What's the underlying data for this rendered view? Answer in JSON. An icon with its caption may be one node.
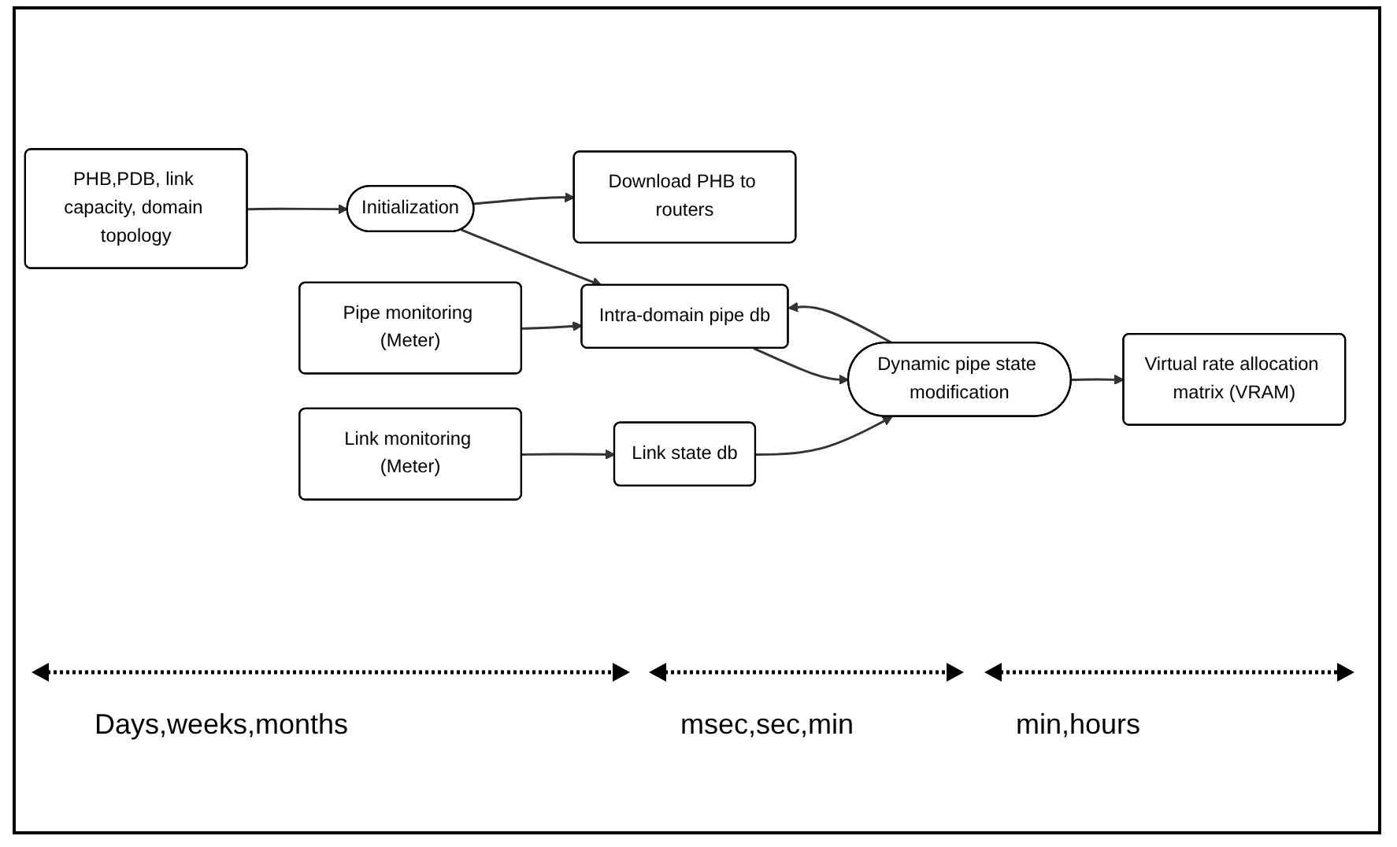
{
  "diagram": {
    "nodes": [
      {
        "text": [
          "PHB,PDB, link capacity, domain topology"
        ]
      },
      {
        "text": [
          "Initialization"
        ]
      },
      {
        "text": [
          "Pipe monitoring (Meter)"
        ]
      },
      {
        "text": [
          "Intra-domain pipe db"
        ]
      },
      {
        "text": [
          "Dynamic pipe state modification"
        ]
      },
      {
        "text": [
          "Link state db"
        ]
      },
      {
        "text": [
          "Download PHB to routers"
        ]
      },
      {
        "text": [
          "Link monitoring (Meter)"
        ]
      },
      {
        "text": [
          "Virtual rate allocation matrix (VRAM)"
        ]
      }
    ],
    "edges": [
      {
        "from": 0,
        "to": 1,
        "arrow": "to"
      },
      {
        "from": 1,
        "to": 3,
        "arrow": "to"
      },
      {
        "from": 1,
        "to": 6,
        "arrow": "to"
      },
      {
        "from": 2,
        "to": 3,
        "arrow": "to"
      },
      {
        "from": 3,
        "to": 4,
        "arrow": "to"
      },
      {
        "from": 4,
        "to": 3,
        "arrow": "to"
      },
      {
        "from": 5,
        "to": 4,
        "arrow": "to"
      },
      {
        "from": 7,
        "to": 5,
        "arrow": "to"
      },
      {
        "from": 4,
        "to": 8,
        "arrow": "to"
      }
    ],
    "labels": [
      "Days,weeks,months",
      "msec,sec,min",
      "min,hours"
    ]
  }
}
